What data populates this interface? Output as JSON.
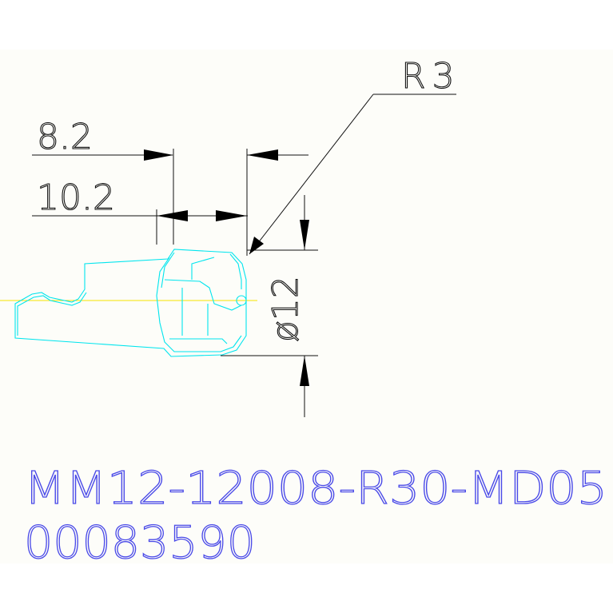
{
  "drawing": {
    "dimensions": {
      "radius_label": "R3",
      "length_short_label": "8.2",
      "length_long_label": "10.2",
      "diameter_label": "ø12"
    },
    "part_code": "MM12-12008-R30-MD05",
    "part_number": "00083590"
  },
  "colors": {
    "background": "#fdfdf9",
    "dimension_lines": "#111111",
    "outline": "#00e5ee",
    "centerline": "#f5e400",
    "label_text": "#4a4ae8"
  }
}
